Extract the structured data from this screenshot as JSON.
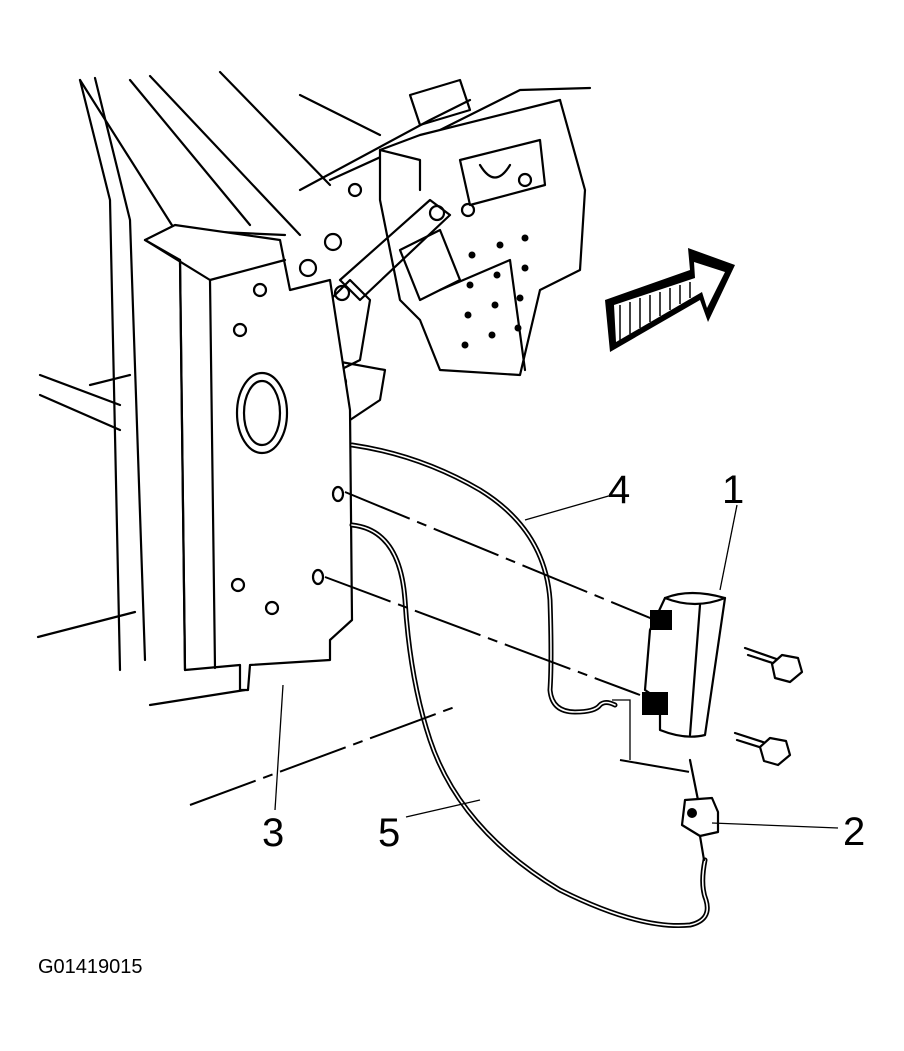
{
  "figure_id": "G01419015",
  "callouts": {
    "c1": "1",
    "c2": "2",
    "c3": "3",
    "c4": "4",
    "c5": "5"
  },
  "icons": {
    "direction_arrow": "forward-arrow-icon"
  }
}
